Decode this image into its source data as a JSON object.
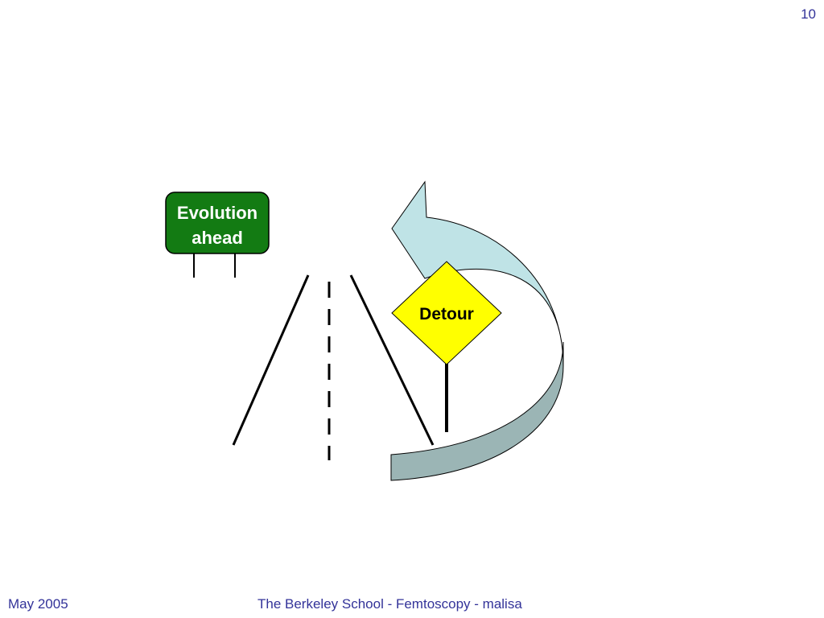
{
  "page_number": "10",
  "footer": {
    "date": "May 2005",
    "title": "The Berkeley School - Femtoscopy - malisa"
  },
  "evolution_sign": {
    "line1": "Evolution",
    "line2": "ahead",
    "color": "#137B13"
  },
  "detour_sign": {
    "label": "Detour",
    "color": "#FFFF00"
  },
  "detour_arrow": {
    "top_color": "#BFE3E6",
    "bottom_color": "#9BB5B5"
  },
  "text_color": "#333399"
}
